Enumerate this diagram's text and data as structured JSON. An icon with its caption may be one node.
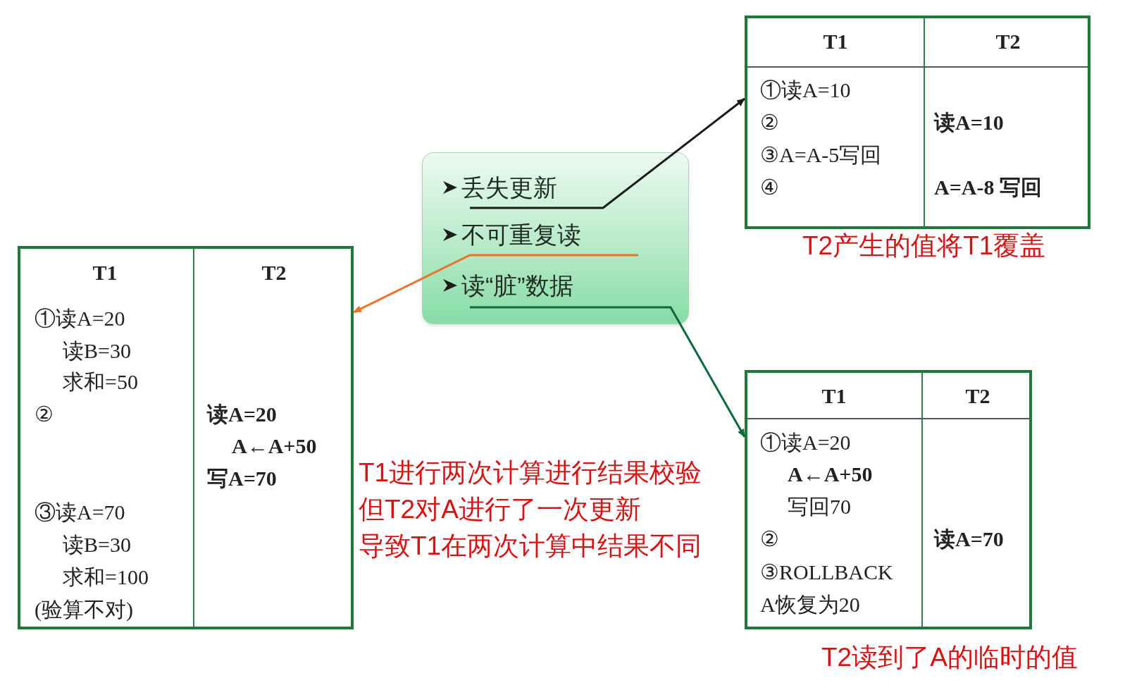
{
  "diagram": {
    "nodes": [
      {
        "text": [],
        "shape": "box"
      },
      {
        "text": [
          "丢失更新"
        ],
        "in": 0
      },
      {
        "text": [
          "不可重复读"
        ],
        "in": 0
      },
      {
        "text": [
          "读“脏”数据"
        ],
        "in": 0
      },
      {
        "text": [
          "T1",
          "T2",
          "①读A=10",
          "②",
          "③A=A-5写回",
          "④",
          "读A=10",
          "A=A-8 写回"
        ],
        "beside": [
          "T2产生的值将T1覆盖"
        ]
      },
      {
        "text": [
          "T1",
          "T2",
          "①读A=20",
          "读B=30",
          "求和=50",
          "②",
          "③读A=70",
          "读B=30",
          "求和=100",
          "(验算不对)",
          "读A=20",
          "A←A+50",
          "写A=70"
        ],
        "beside": [
          "T1进行两次计算进行结果校验",
          "但T2对A进行了一次更新",
          "导致T1在两次计算中结果不同"
        ]
      },
      {
        "text": [
          "T1",
          "T2",
          "①读A=20",
          "A←A+50",
          "写回70",
          "②",
          "③ROLLBACK",
          "A恢复为20",
          "读A=70"
        ],
        "beside": [
          "T2读到了A的临时的值"
        ]
      }
    ],
    "edges": [
      {
        "from": 1,
        "to": 4,
        "arrow": "to"
      },
      {
        "from": 2,
        "to": 5,
        "arrow": "to",
        "color": "#f07020"
      },
      {
        "from": 3,
        "to": 6,
        "arrow": "to",
        "color": "#0b6b3a"
      }
    ]
  }
}
